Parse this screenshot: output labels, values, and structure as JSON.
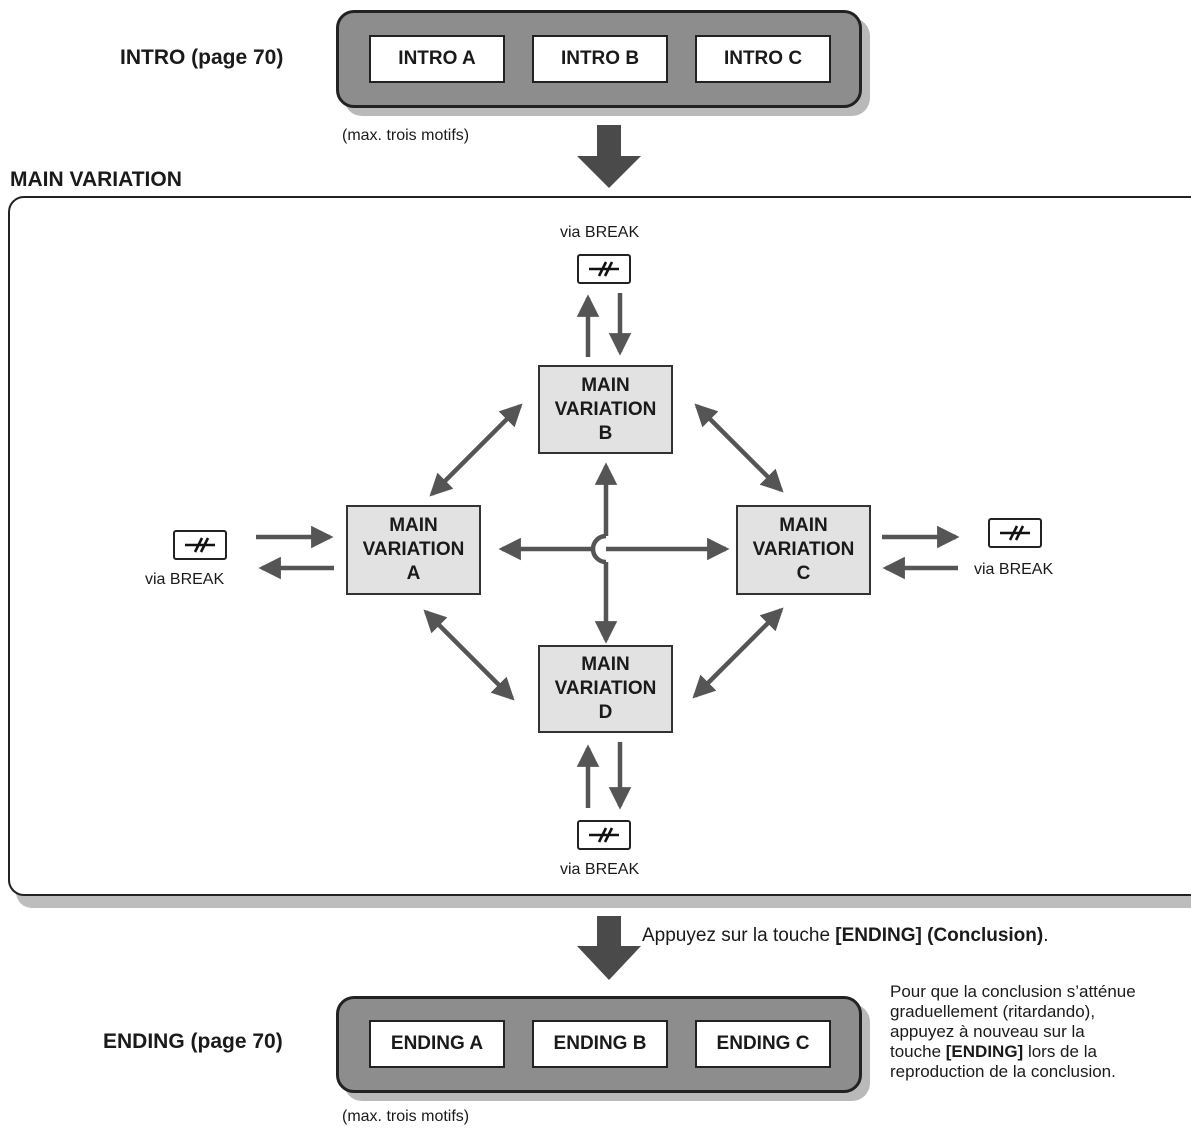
{
  "intro": {
    "heading": "INTRO (page 70)",
    "buttons": [
      "INTRO A",
      "INTRO B",
      "INTRO C"
    ],
    "caption": "(max. trois motifs)"
  },
  "main": {
    "heading": "MAIN VARIATION",
    "boxes": {
      "a": [
        "MAIN",
        "VARIATION",
        "A"
      ],
      "b": [
        "MAIN",
        "VARIATION",
        "B"
      ],
      "c": [
        "MAIN",
        "VARIATION",
        "C"
      ],
      "d": [
        "MAIN",
        "VARIATION",
        "D"
      ]
    },
    "break_label": "via BREAK",
    "break_icon": "fill-in-break-icon"
  },
  "ending": {
    "heading": "ENDING (page 70)",
    "buttons": [
      "ENDING A",
      "ENDING B",
      "ENDING C"
    ],
    "caption": "(max. trois motifs)",
    "press_prefix": "Appuyez sur la touche ",
    "press_bold": "[ENDING] (Conclusion)",
    "press_suffix": ".",
    "note": {
      "line1": "Pour que la conclusion s’atténue",
      "line2": "graduellement (ritardando),",
      "line3": "appuyez à nouveau sur la",
      "line4_prefix": "touche ",
      "line4_bold": "[ENDING]",
      "line4_suffix": " lors de la",
      "line5": "reproduction de la conclusion."
    }
  },
  "colors": {
    "arrow": "#555555",
    "tray": "#8d8d8d",
    "box_fill": "#e2e2e2",
    "outline": "#222222"
  }
}
